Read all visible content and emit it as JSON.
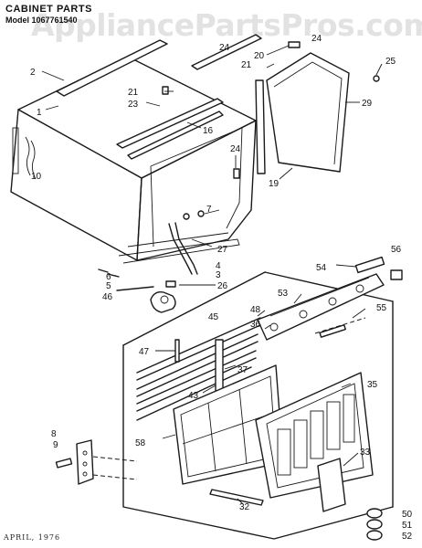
{
  "header": {
    "title": "CABINET PARTS",
    "model_line": "Model 1067761540"
  },
  "watermark": "AppliancePartsPros.com",
  "footer": "APRIL, 1976",
  "callouts": [
    "1",
    "2",
    "3",
    "4",
    "5",
    "6",
    "7",
    "8",
    "9",
    "10",
    "16",
    "19",
    "20",
    "21",
    "21",
    "23",
    "24",
    "24",
    "24",
    "25",
    "26",
    "27",
    "29",
    "32",
    "33",
    "35",
    "36",
    "37",
    "43",
    "45",
    "46",
    "47",
    "48",
    "50",
    "51",
    "52",
    "53",
    "54",
    "55",
    "56",
    "58"
  ]
}
